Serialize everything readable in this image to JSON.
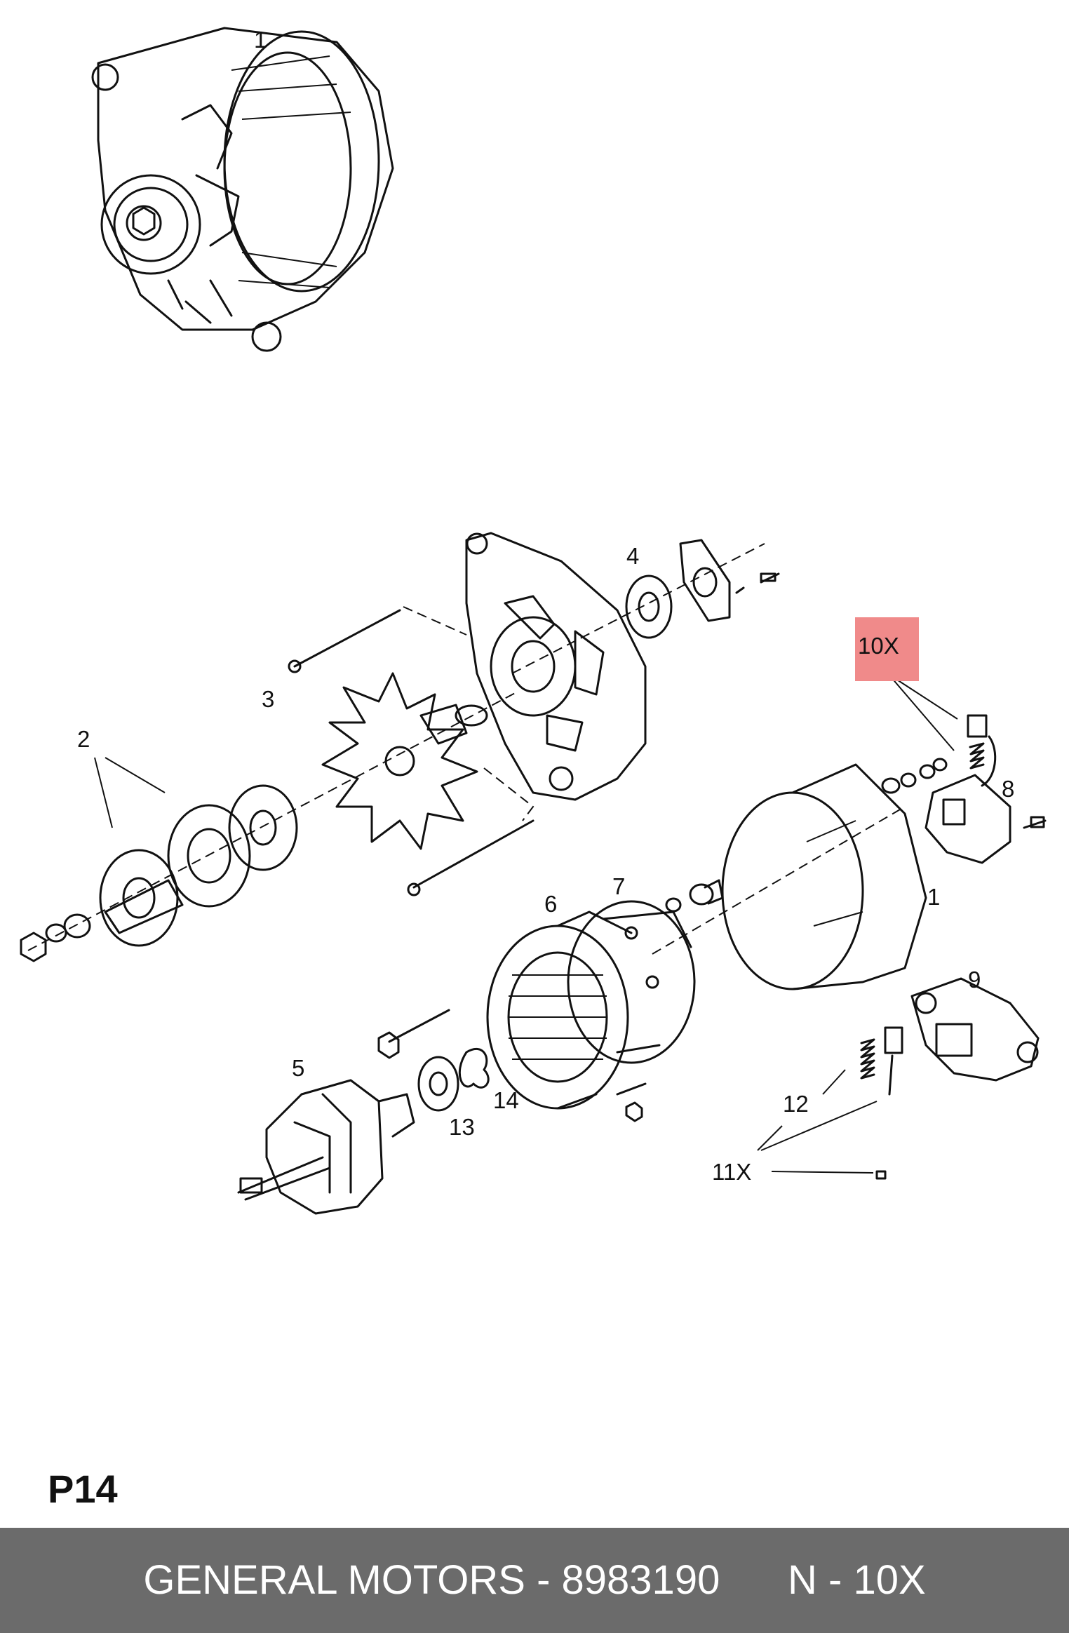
{
  "page_code": "P14",
  "highlight_color": "#f08a8a",
  "footer": {
    "brand": "GENERAL MOTORS",
    "separator1": " - ",
    "part_number": "8983190",
    "gap": "      ",
    "position_prefix": "N",
    "separator2": " - ",
    "position": "10X"
  },
  "callouts": {
    "c1": "1",
    "c2": "2",
    "c3": "3",
    "c4": "4",
    "c5": "5",
    "c6": "6",
    "c7": "7",
    "c8": "8",
    "c9": "9",
    "c10x": "10X",
    "c11x": "11X",
    "c12": "12",
    "c13": "13",
    "c14": "14",
    "c1b": "1"
  }
}
